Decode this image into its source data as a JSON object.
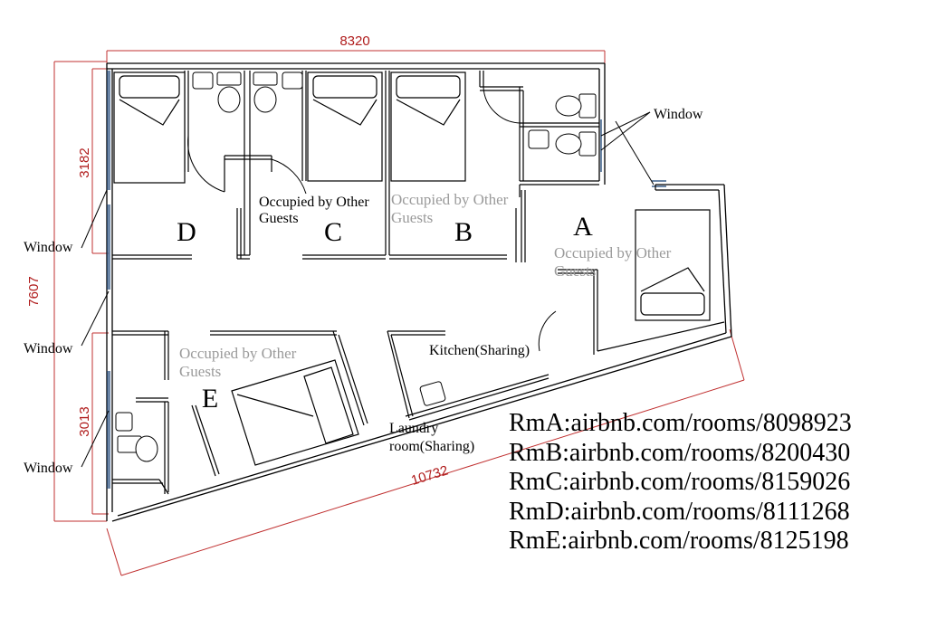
{
  "dimensions": {
    "top_width": "8320",
    "total_height": "7607",
    "left_upper_height": "3182",
    "left_lower_height": "3013",
    "diagonal_length": "10732"
  },
  "rooms": {
    "a": "A",
    "b": "B",
    "c": "C",
    "d": "D",
    "e": "E"
  },
  "annotations": {
    "window_top_right": "Window",
    "window_left_upper": "Window",
    "window_left_mid": "Window",
    "window_left_lower": "Window",
    "occupied_c_line1": "Occupied by Other",
    "occupied_c_line2": "Guests",
    "occupied_b_line1": "Occupied by Other",
    "occupied_b_line2": "Guests",
    "occupied_a_line1": "Occupied by Other",
    "occupied_a_line2": "Guests",
    "occupied_e_line1": "Occupied by Other",
    "occupied_e_line2": "Guests",
    "kitchen": "Kitchen(Sharing)",
    "laundry_line1": "Laundry",
    "laundry_line2": "room(Sharing)"
  },
  "room_links": [
    "RmA:airbnb.com/rooms/8098923",
    "RmB:airbnb.com/rooms/8200430",
    "RmC:airbnb.com/rooms/8159026",
    "RmD:airbnb.com/rooms/8111268",
    "RmE:airbnb.com/rooms/8125198"
  ],
  "colors": {
    "dimension": "#b01c1c",
    "wall": "#000000",
    "window": "#3b5f8a",
    "occupied_text": "#9a9a9a"
  }
}
